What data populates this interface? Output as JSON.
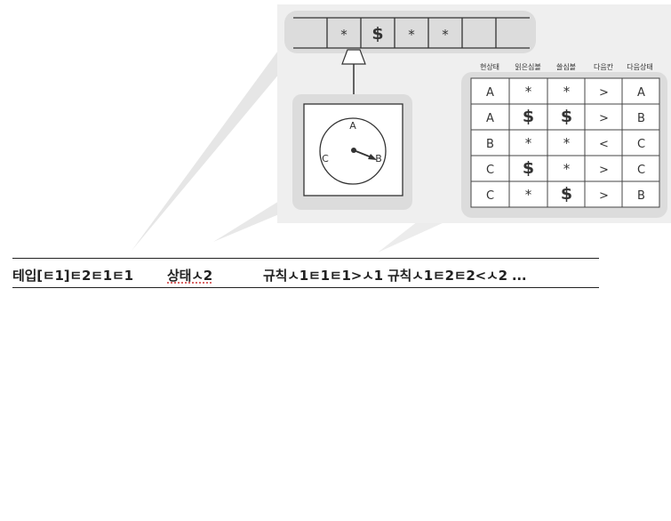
{
  "tape": {
    "cells": [
      "",
      "*",
      "$",
      "*",
      "*",
      "",
      ""
    ]
  },
  "machine": {
    "states": [
      "A",
      "B",
      "C"
    ],
    "current_arrow_to": "B"
  },
  "table": {
    "headers": [
      "현상태",
      "읽은심볼",
      "쓸심볼",
      "다음칸",
      "다음상태"
    ],
    "rows": [
      [
        "A",
        "*",
        "*",
        ">",
        "A"
      ],
      [
        "A",
        "$",
        "$",
        ">",
        "B"
      ],
      [
        "B",
        "*",
        "*",
        "<",
        "C"
      ],
      [
        "C",
        "$",
        "*",
        ">",
        "C"
      ],
      [
        "C",
        "*",
        "$",
        ">",
        "B"
      ]
    ]
  },
  "encoding": {
    "tape_text": "테입[ㅌ1]ㅌ2ㅌ1ㅌ1",
    "state_text": "상태ㅅ2",
    "rules_text": "규칙ㅅ1ㅌ1ㅌ1>ㅅ1  규칙ㅅ1ㅌ2ㅌ2<ㅅ2 ..."
  },
  "colors": {
    "panel": "#eeeeee",
    "panel_inner": "#dcdcdc",
    "beam": "#e4e4e4",
    "line": "#333333"
  }
}
